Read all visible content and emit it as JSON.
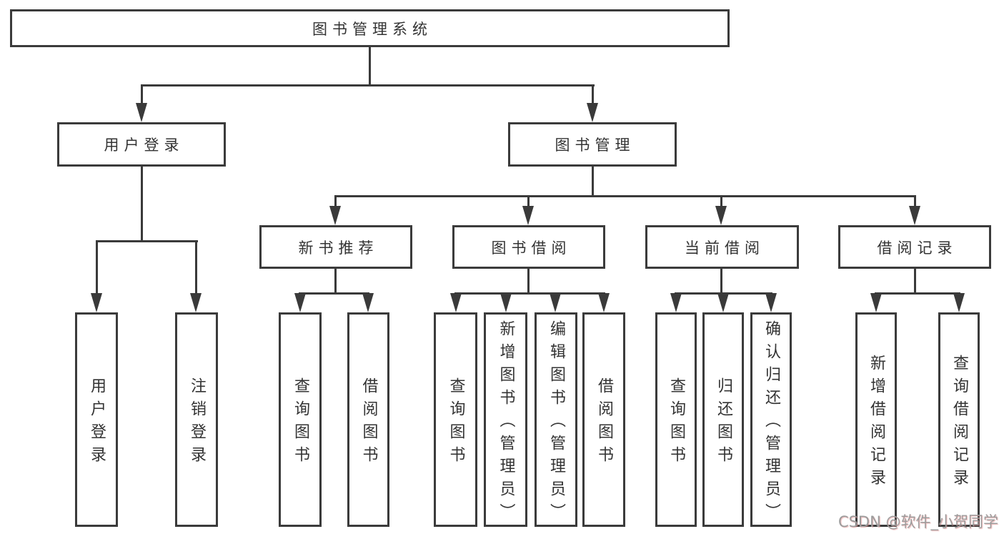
{
  "diagram": {
    "title_node": "图书管理系统",
    "colors": {
      "line": "#3a3a3a",
      "border": "#3b3b3b",
      "text": "#333333",
      "background": "#ffffff",
      "watermark_gray": "#9c9c9c"
    }
  },
  "nodes": {
    "root": {
      "label": "图书管理系统"
    },
    "user_login": {
      "label": "用户登录"
    },
    "book_management": {
      "label": "图书管理"
    },
    "new_book_recommend": {
      "label": "新书推荐"
    },
    "book_borrowing": {
      "label": "图书借阅"
    },
    "current_borrowing": {
      "label": "当前借阅"
    },
    "borrowing_records": {
      "label": "借阅记录"
    },
    "ul_user_login": {
      "label": "用户登录"
    },
    "ul_logout": {
      "label": "注销登录"
    },
    "nb_query_books": {
      "label": "查询图书"
    },
    "nb_borrow_books": {
      "label": "借阅图书"
    },
    "bb_query_books": {
      "label": "查询图书"
    },
    "bb_add_books": {
      "label": "新增图书（管理员）"
    },
    "bb_edit_books": {
      "label": "编辑图书（管理员）"
    },
    "bb_borrow_books": {
      "label": "借阅图书"
    },
    "cb_query_books": {
      "label": "查询图书"
    },
    "cb_return_books": {
      "label": "归还图书"
    },
    "cb_confirm_return": {
      "label": "确认归还（管理员）"
    },
    "br_add_record": {
      "label": "新增借阅记录"
    },
    "br_query_record": {
      "label": "查询借阅记录"
    }
  },
  "watermark": {
    "text": "CSDN @软件_小贺同学"
  }
}
